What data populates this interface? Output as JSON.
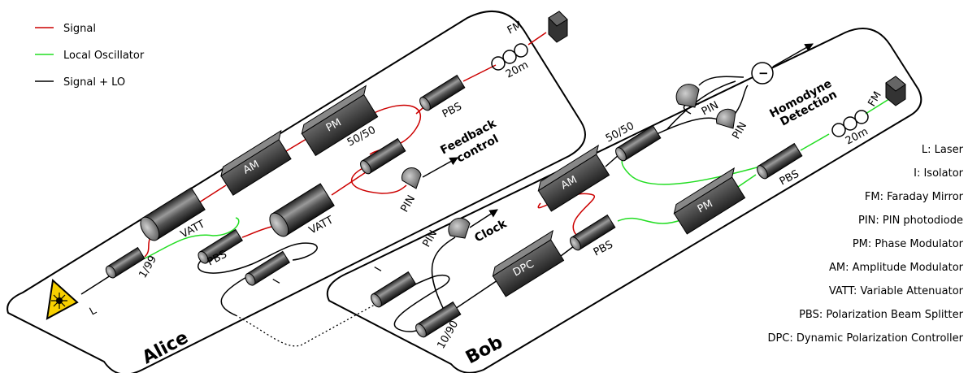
{
  "legend": {
    "signal": {
      "label": "Signal",
      "color": "#cc0000"
    },
    "lo": {
      "label": "Local Oscillator",
      "color": "#22dd22"
    },
    "signal_lo": {
      "label": "Signal + LO",
      "color": "#000000"
    }
  },
  "parties": {
    "alice": "Alice",
    "bob": "Bob"
  },
  "alice": {
    "laser": "L",
    "splitter_1_99": "1/99",
    "vatt1": "VATT",
    "vatt2": "VATT",
    "am": "AM",
    "pm": "PM",
    "pbs_bottom": "PBS",
    "isolator": "I",
    "splitter_50_50": "50/50",
    "pbs_top": "PBS",
    "pin": "PIN",
    "feedback": [
      "Feedback",
      "control"
    ],
    "fiber": "20m",
    "fm": "FM"
  },
  "bob": {
    "isolator": "I",
    "splitter_10_90": "10/90",
    "dpc": "DPC",
    "pin_clock": "PIN",
    "clock": "Clock",
    "pbs_mid": "PBS",
    "am": "AM",
    "pm": "PM",
    "splitter_50_50": "50/50",
    "pin1": "PIN",
    "pin2": "PIN",
    "minus": "−",
    "homodyne": [
      "Homodyne",
      "Detection"
    ],
    "pbs_right": "PBS",
    "fiber": "20m",
    "fm": "FM"
  },
  "abbreviations": [
    "L: Laser",
    "I: Isolator",
    "FM: Faraday Mirror",
    "PIN: PIN photodiode",
    "PM: Phase Modulator",
    "AM: Amplitude Modulator",
    "VATT: Variable Attenuator",
    "PBS: Polarization Beam Splitter",
    "DPC: Dynamic Polarization Controller"
  ]
}
